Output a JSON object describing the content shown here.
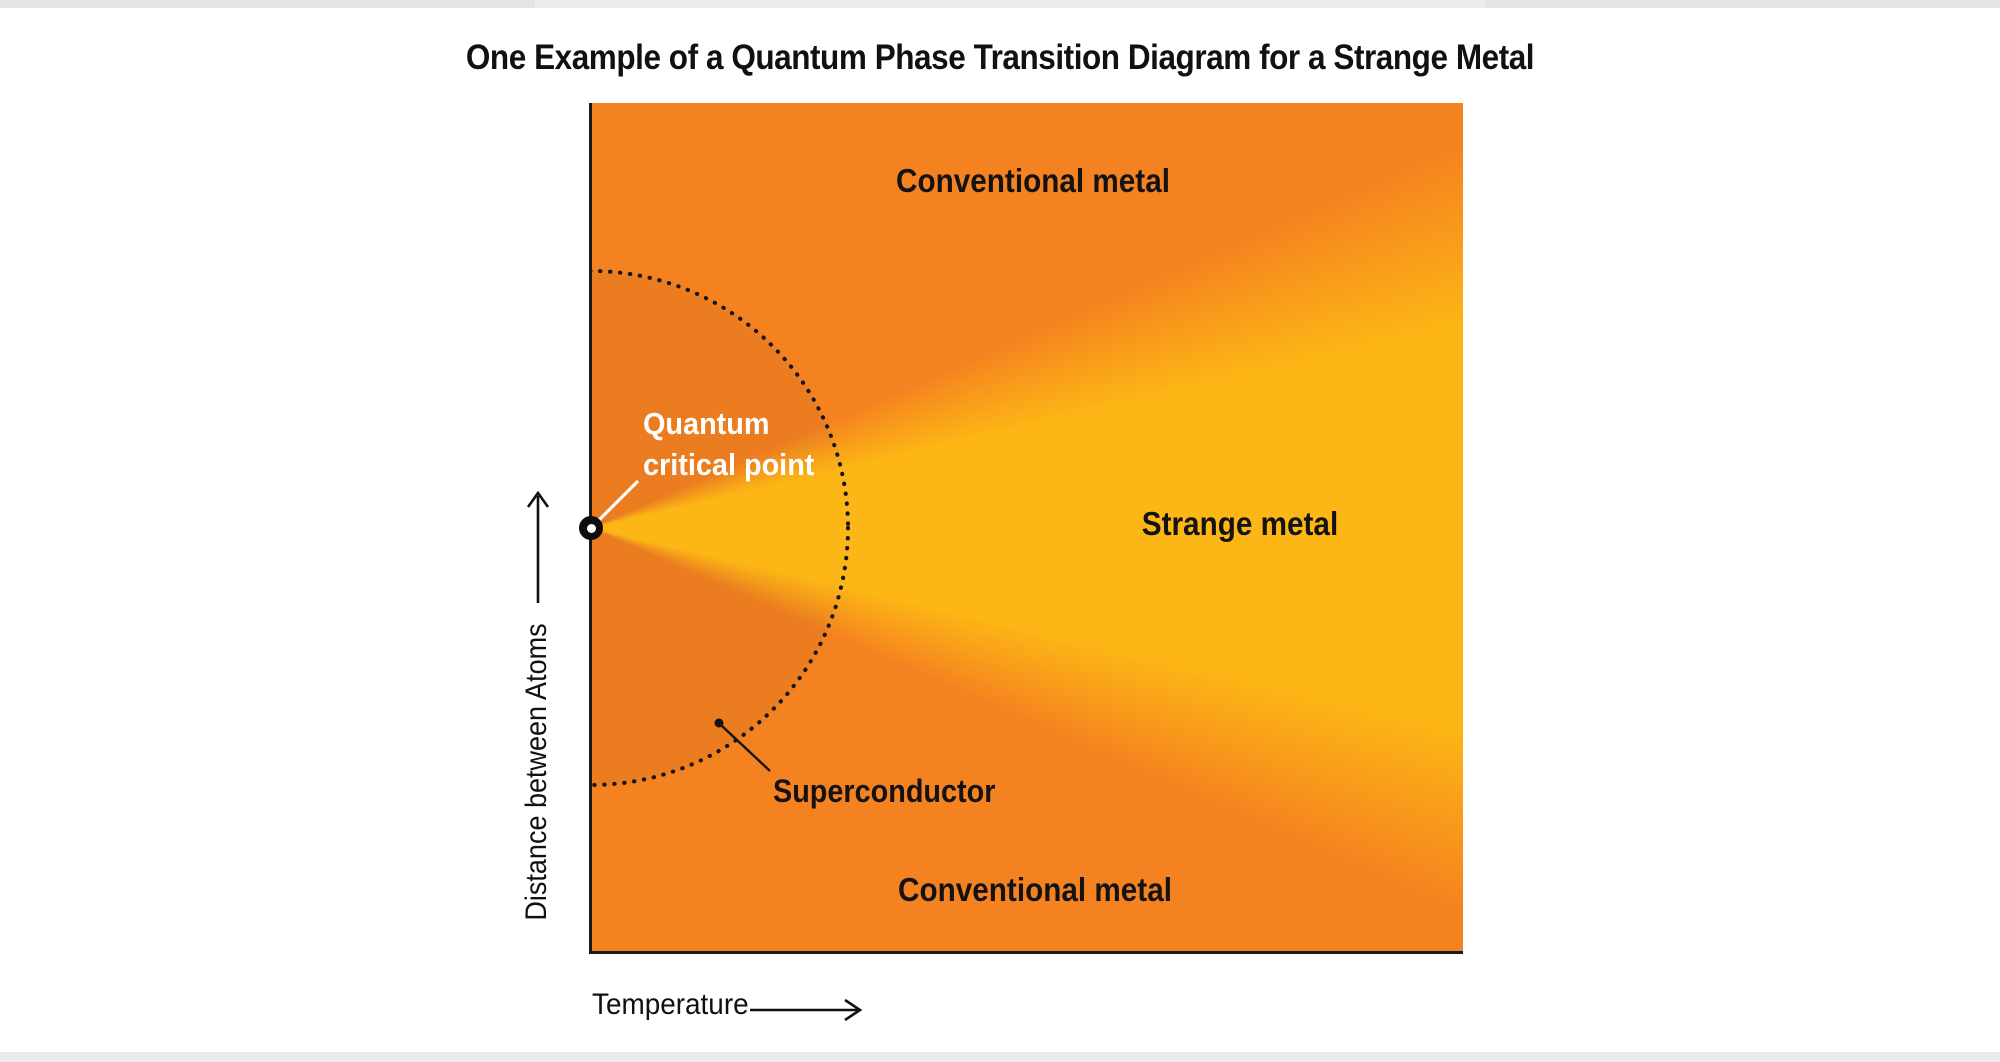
{
  "title": "One Example of a Quantum Phase Transition Diagram for a Strange Metal",
  "diagram": {
    "x_axis": {
      "label": "Temperature"
    },
    "y_axis": {
      "label": "Distance between Atoms"
    },
    "regions": {
      "conventional_top": {
        "label": "Conventional metal"
      },
      "strange_metal": {
        "label": "Strange metal"
      },
      "conventional_bottom": {
        "label": "Conventional metal"
      },
      "superconductor": {
        "label": "Superconductor"
      }
    },
    "annotations": {
      "quantum_critical_point": {
        "label": "Quantum critical point"
      }
    },
    "colors": {
      "background": "#FFFFFF",
      "frame_bar_dark": "#E4E4E4",
      "frame_bar_light": "#ECECEC",
      "conventional_metal_orange": "#F58220",
      "strange_metal_yellow": "#FCB615",
      "superconductor_dome_orange": "#EC7D20",
      "axis_black": "#1A1A1A",
      "qcp_label_text": "#FFFFFF"
    }
  }
}
